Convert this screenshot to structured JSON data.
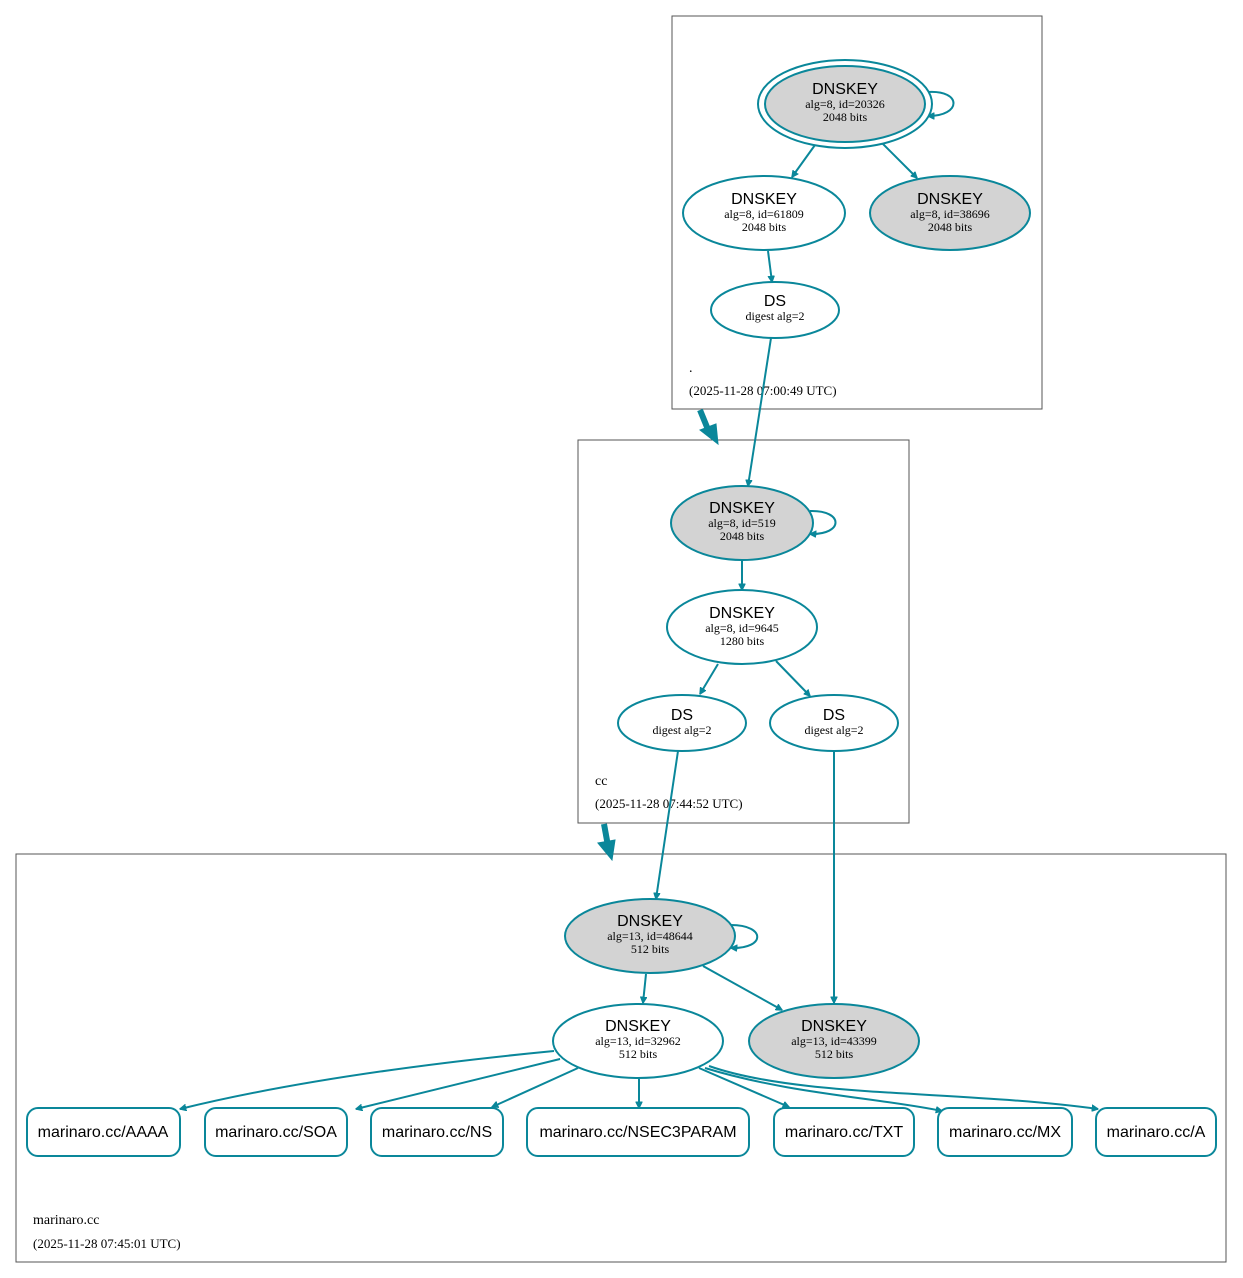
{
  "colors": {
    "edge": "#0a879a",
    "sep_fill": "#d3d3d3",
    "node_fill": "#ffffff",
    "zone_border": "#555555"
  },
  "zones": {
    "root": {
      "name": ".",
      "timestamp": "(2025-11-28 07:00:49 UTC)"
    },
    "cc": {
      "name": "cc",
      "timestamp": "(2025-11-28 07:44:52 UTC)"
    },
    "marinaro": {
      "name": "marinaro.cc",
      "timestamp": "(2025-11-28 07:45:01 UTC)"
    }
  },
  "nodes": {
    "root_ksk": {
      "title": "DNSKEY",
      "line1": "alg=8, id=20326",
      "line2": "2048 bits"
    },
    "root_zsk1": {
      "title": "DNSKEY",
      "line1": "alg=8, id=61809",
      "line2": "2048 bits"
    },
    "root_zsk2": {
      "title": "DNSKEY",
      "line1": "alg=8, id=38696",
      "line2": "2048 bits"
    },
    "root_ds": {
      "title": "DS",
      "line1": "digest alg=2"
    },
    "cc_ksk": {
      "title": "DNSKEY",
      "line1": "alg=8, id=519",
      "line2": "2048 bits"
    },
    "cc_zsk": {
      "title": "DNSKEY",
      "line1": "alg=8, id=9645",
      "line2": "1280 bits"
    },
    "cc_ds1": {
      "title": "DS",
      "line1": "digest alg=2"
    },
    "cc_ds2": {
      "title": "DS",
      "line1": "digest alg=2"
    },
    "m_ksk": {
      "title": "DNSKEY",
      "line1": "alg=13, id=48644",
      "line2": "512 bits"
    },
    "m_zsk": {
      "title": "DNSKEY",
      "line1": "alg=13, id=32962",
      "line2": "512 bits"
    },
    "m_key3": {
      "title": "DNSKEY",
      "line1": "alg=13, id=43399",
      "line2": "512 bits"
    }
  },
  "rrsets": {
    "aaaa": "marinaro.cc/AAAA",
    "soa": "marinaro.cc/SOA",
    "ns": "marinaro.cc/NS",
    "nsec3param": "marinaro.cc/NSEC3PARAM",
    "txt": "marinaro.cc/TXT",
    "mx": "marinaro.cc/MX",
    "a": "marinaro.cc/A"
  }
}
